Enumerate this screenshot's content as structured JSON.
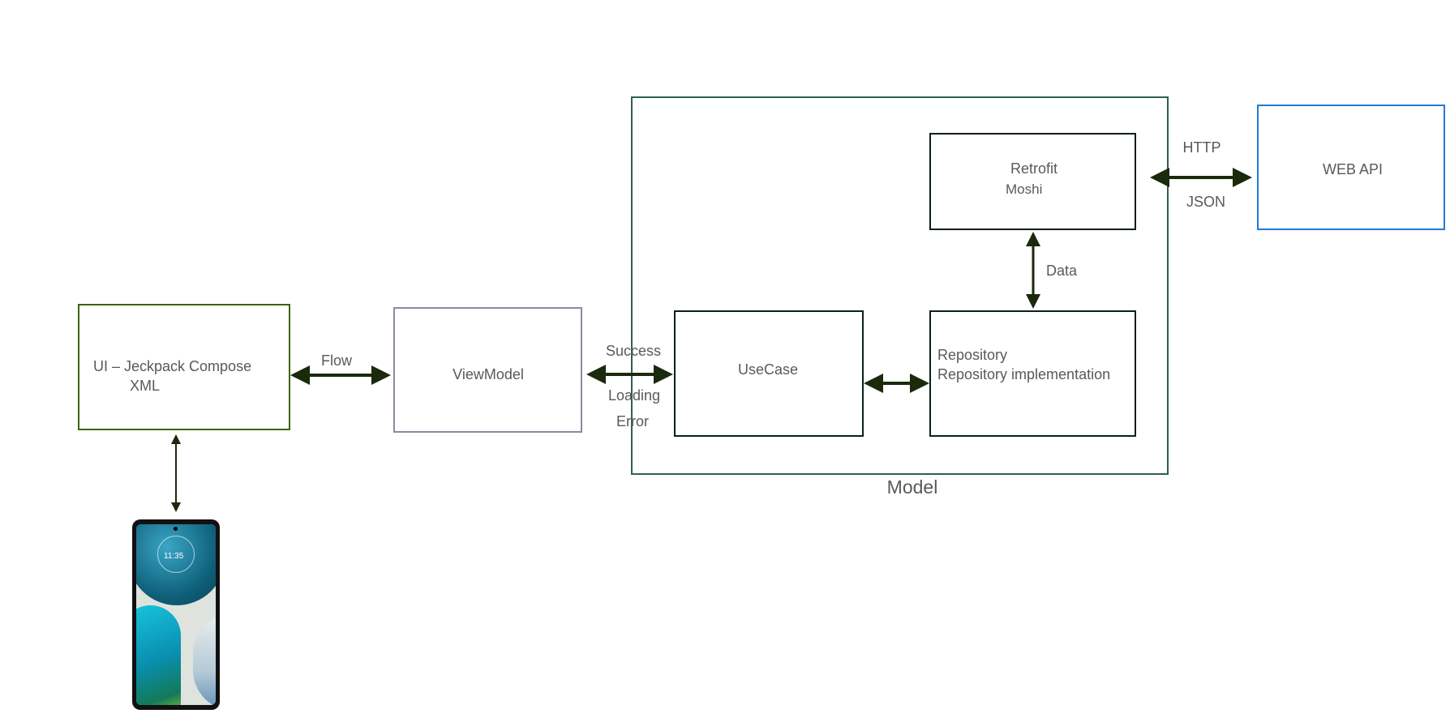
{
  "boxes": {
    "ui": {
      "line1": "UI – Jeckpack Compose",
      "line2": "XML"
    },
    "viewmodel": "ViewModel",
    "usecase": "UseCase",
    "repository": {
      "line1": "Repository",
      "line2": "Repository implementation"
    },
    "retrofit": {
      "line1": "Retrofit",
      "line2": "Moshi"
    },
    "webapi": "WEB API",
    "model": "Model"
  },
  "labels": {
    "flow": "Flow",
    "success": "Success",
    "loading": "Loading",
    "error": "Error",
    "data": "Data",
    "http": "HTTP",
    "json": "JSON"
  },
  "phone": {
    "clock": "11:35"
  },
  "colors": {
    "ui_border": "#3f6212",
    "viewmodel_border": "#8a8aa3",
    "model_border": "#2f5f55",
    "box_border": "#0d1f1a",
    "webapi_border": "#1f7ad6",
    "arrow": "#1a2a0a"
  }
}
